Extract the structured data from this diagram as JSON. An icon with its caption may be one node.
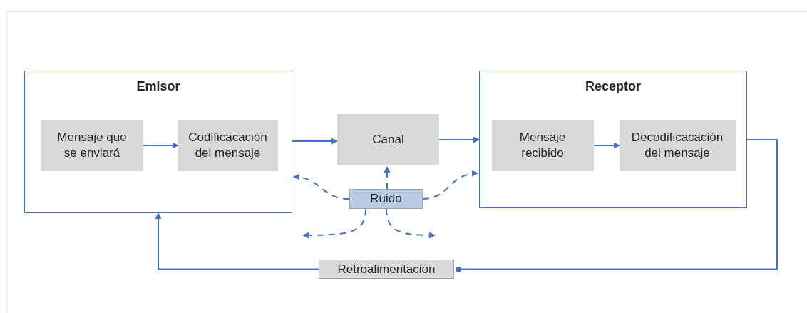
{
  "diagram": {
    "nodes": [
      {
        "text": [
          "Emisor"
        ]
      },
      {
        "text": [
          "Mensaje que se enviará"
        ],
        "in": 0
      },
      {
        "text": [
          "Codificacación del mensaje"
        ],
        "in": 0
      },
      {
        "text": [
          "Canal"
        ]
      },
      {
        "text": [
          "Receptor"
        ]
      },
      {
        "text": [
          "Mensaje recibido"
        ],
        "in": 4
      },
      {
        "text": [
          "Decodificacación del mensaje"
        ],
        "in": 4
      },
      {
        "text": [
          "Ruido"
        ]
      },
      {
        "text": [
          "Retroalimentacion"
        ]
      }
    ],
    "edges": [
      {
        "from": 1,
        "to": 2,
        "arrow": "to"
      },
      {
        "from": 0,
        "to": 3,
        "arrow": "to"
      },
      {
        "from": 3,
        "to": 4,
        "arrow": "to"
      },
      {
        "from": 5,
        "to": 6,
        "arrow": "to"
      },
      {
        "from": 4,
        "to": 8,
        "arrow": "other"
      },
      {
        "from": 8,
        "to": 0,
        "arrow": "to"
      },
      {
        "from": 7,
        "to": 0,
        "arrow": "to",
        "style": "dashed"
      },
      {
        "from": 7,
        "to": 3,
        "arrow": "to",
        "style": "dashed"
      },
      {
        "from": 7,
        "to": 4,
        "arrow": "to",
        "style": "dashed"
      },
      {
        "from": 7,
        "to": null,
        "arrow": "to",
        "style": "dashed"
      },
      {
        "from": 7,
        "to": null,
        "arrow": "to",
        "style": "dashed"
      }
    ]
  }
}
